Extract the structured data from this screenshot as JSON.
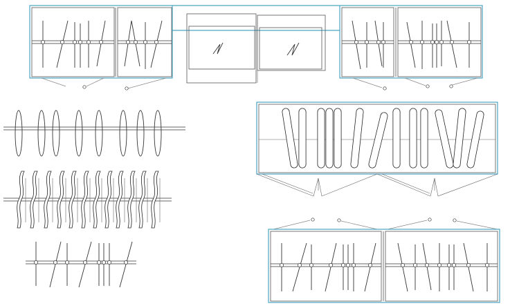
{
  "title": "",
  "colors": {
    "line": "#333333",
    "frame_highlight": "#4aa3c4",
    "background": "#ffffff"
  },
  "panels": {
    "frame_top_left": {
      "symbol": "louver-blind-elevation"
    },
    "door_top_center": {
      "symbol": "door-with-zigzag-mark"
    },
    "frame_top_right": {
      "symbol": "louver-blind-elevation"
    },
    "frame_middle_right": {
      "symbol": "rounded-slat-blind-elevation"
    },
    "frame_bottom_right": {
      "symbol": "louver-blind-elevation"
    },
    "rod_ellipses": {
      "symbol": "slats-on-rod"
    },
    "rod_fins": {
      "symbol": "vertical-fins-on-rail"
    },
    "rod_sticks": {
      "symbol": "slanted-sticks-on-rail"
    }
  }
}
